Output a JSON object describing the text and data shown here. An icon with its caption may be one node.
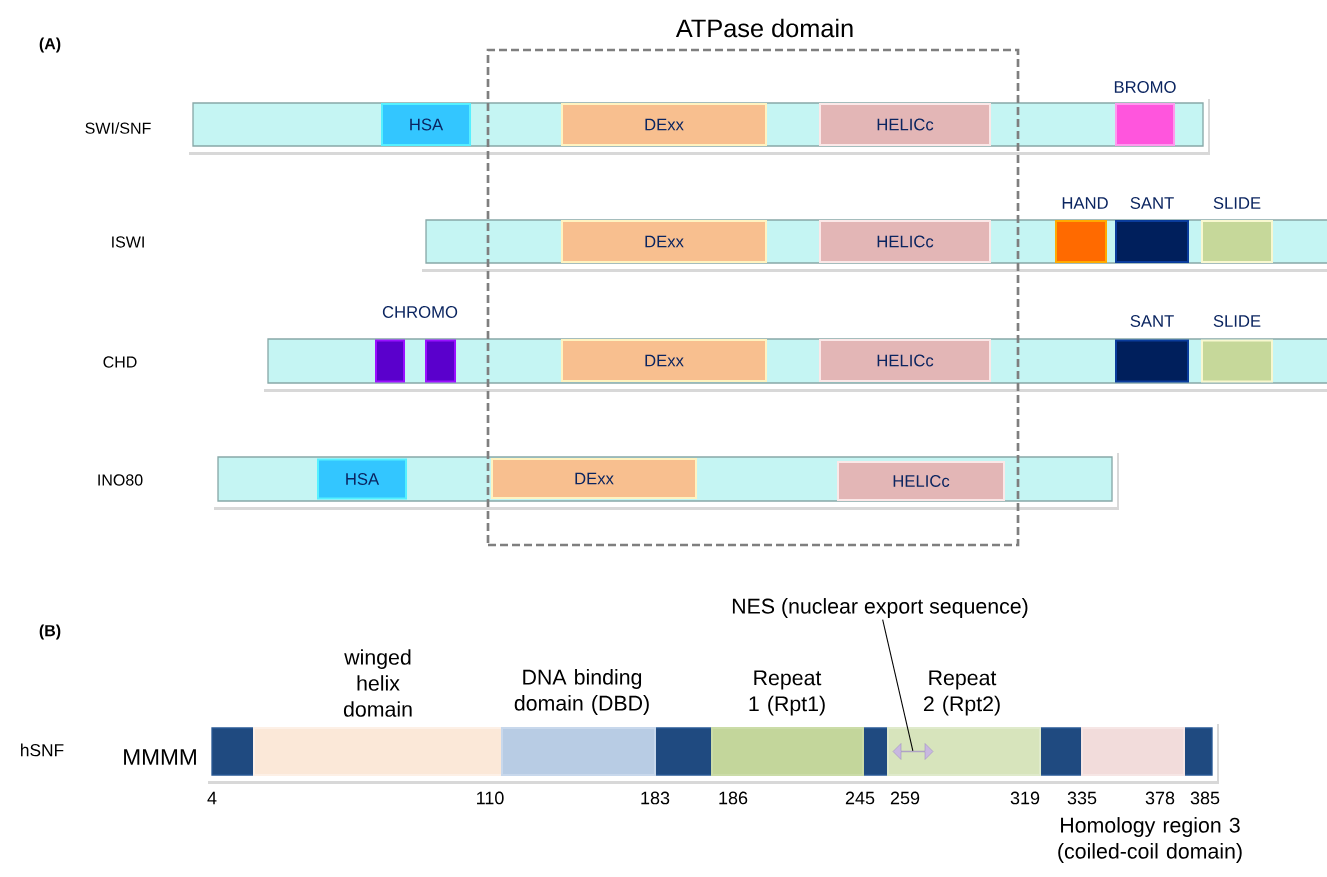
{
  "diagram": {
    "nodes": [
      {
        "text": [
          "ATPase domain"
        ]
      },
      {
        "text": [],
        "shape": "bar"
      },
      {
        "text": [
          "HSA"
        ],
        "in": 1
      },
      {
        "text": [
          "DExx"
        ]
      },
      {
        "text": [
          "HELICc"
        ]
      },
      {
        "text": [
          "BROMO"
        ],
        "in": 1
      },
      {
        "text": [],
        "shape": "bar"
      },
      {
        "text": [
          "DExx"
        ]
      },
      {
        "text": [
          "HELICc"
        ]
      },
      {
        "text": [
          "HAND"
        ],
        "in": 6
      },
      {
        "text": [
          "SANT"
        ],
        "in": 6
      },
      {
        "text": [
          "SLIDE"
        ],
        "in": 6
      },
      {
        "text": [],
        "shape": "bar"
      },
      {
        "text": [],
        "shape": "box",
        "in": 12
      },
      {
        "text": [],
        "shape": "box",
        "in": 12
      },
      {
        "text": [
          "DExx"
        ]
      },
      {
        "text": [
          "HELICc"
        ]
      },
      {
        "text": [
          "SANT"
        ],
        "in": 12
      },
      {
        "text": [
          "SLIDE"
        ],
        "in": 12
      },
      {
        "text": [],
        "shape": "bar"
      },
      {
        "text": [
          "HSA"
        ],
        "in": 19
      },
      {
        "text": [
          "DExx"
        ]
      },
      {
        "text": [
          "HELICc"
        ]
      },
      {
        "text": [],
        "shape": "bar"
      },
      {
        "text": [
          "winged helix domain"
        ],
        "in": 23
      },
      {
        "text": [
          "DNA binding domain (DBD)"
        ],
        "in": 23
      },
      {
        "text": [
          "Repeat 1 (Rpt1)"
        ],
        "in": 23
      },
      {
        "text": [
          "Repeat 2 (Rpt2)"
        ],
        "in": 23
      },
      {
        "text": [
          "Homology region 3 (coiled-coil domain)"
        ],
        "in": 23
      },
      {
        "text": [
          "NES (nuclear export sequence)"
        ]
      },
      {
        "text": [],
        "shape": "arrow",
        "in": 27
      }
    ],
    "edges": [
      {
        "from": 29,
        "to": 30,
        "arrow": "none"
      }
    ],
    "labels": [
      "(A)",
      "SWI/SNF",
      "ISWI",
      "CHROMO",
      "CHD",
      "INO80",
      "(B)",
      "hSNF",
      "MMMM",
      "4",
      "110",
      "183",
      "186",
      "245",
      "259",
      "319",
      "335",
      "378",
      "385"
    ]
  }
}
